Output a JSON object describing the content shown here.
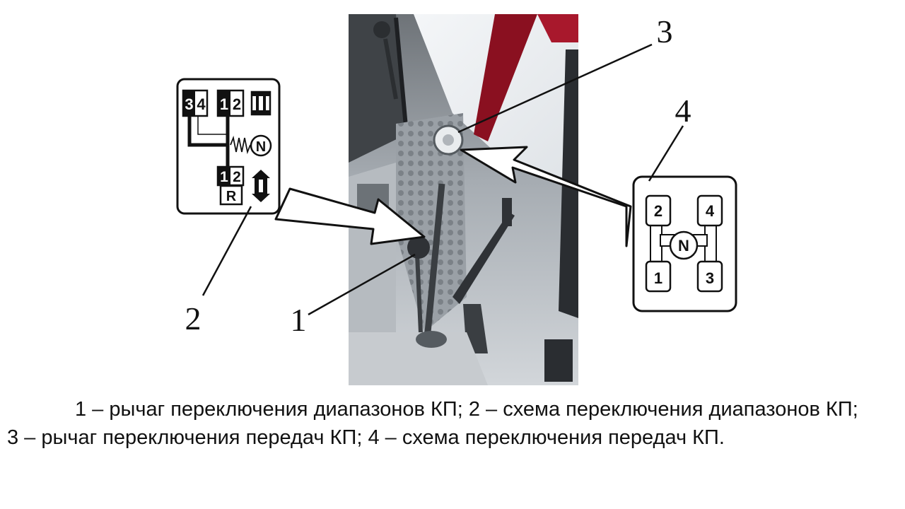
{
  "figure": {
    "callouts": [
      "1",
      "2",
      "3",
      "4"
    ],
    "range_diagram": {
      "top_left_gears": "34",
      "top_mid_gears": "12",
      "bottom_gears": "12",
      "reverse_label": "R",
      "neutral_label": "N",
      "range_high_icon": "range-roman-two-icon",
      "range_low_icon": "range-roman-one-icon"
    },
    "gear_diagram": {
      "gears": [
        "2",
        "4",
        "1",
        "3"
      ],
      "neutral_label": "N"
    }
  },
  "caption": {
    "line1": "1 – рычаг переключения диапазонов КП; 2 – схема переключения диапазонов КП;",
    "line2": "3 – рычаг переключения передач КП; 4 – схема переключения передач КП."
  },
  "colors": {
    "ink": "#111111",
    "cab_red": "#8a1020",
    "cab_grey": "#b9bec4"
  }
}
